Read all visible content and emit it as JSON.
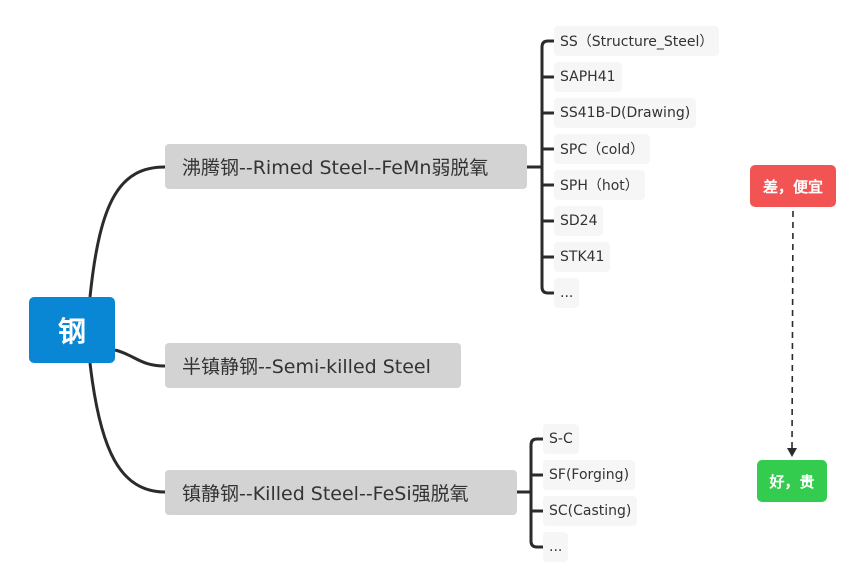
{
  "root": {
    "label": "钢"
  },
  "branches": [
    {
      "label": "沸腾钢--Rimed Steel--FeMn弱脱氧",
      "children": [
        "SS（Structure_Steel）",
        "SAPH41",
        "SS41B-D(Drawing)",
        "SPC（cold）",
        "SPH（hot）",
        "SD24",
        "STK41",
        "..."
      ]
    },
    {
      "label": "半镇静钢--Semi-killed Steel",
      "children": []
    },
    {
      "label": "镇静钢--Killed Steel--FeSi强脱氧",
      "children": [
        "S-C",
        "SF(Forging)",
        "SC(Casting)",
        "..."
      ]
    }
  ],
  "callouts": {
    "bad": "差，便宜",
    "good": "好，贵"
  },
  "colors": {
    "root": "#0a87d4",
    "branch": "#d3d3d3",
    "leaf": "#f6f6f6",
    "connector": "#2b2b2b",
    "bad": "#f25454",
    "good": "#33cc4f"
  }
}
